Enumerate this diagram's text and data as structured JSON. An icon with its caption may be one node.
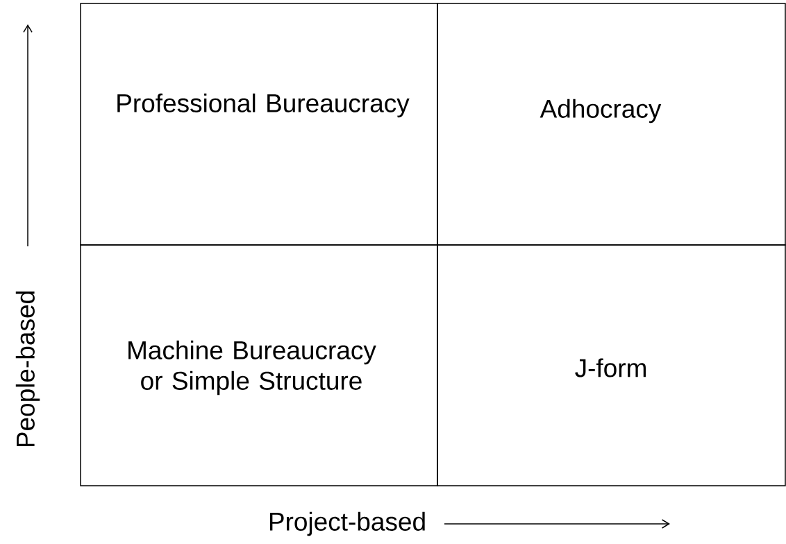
{
  "diagram": {
    "nodes": [
      {
        "text": [
          "Professional Bureaucracy"
        ]
      },
      {
        "text": [
          "Adhocracy"
        ]
      },
      {
        "text": [
          "Machine Bureaucracy or Simple Structure"
        ]
      },
      {
        "text": [
          "J-form"
        ]
      }
    ],
    "labels": [
      "People-based",
      "Project-based"
    ]
  }
}
